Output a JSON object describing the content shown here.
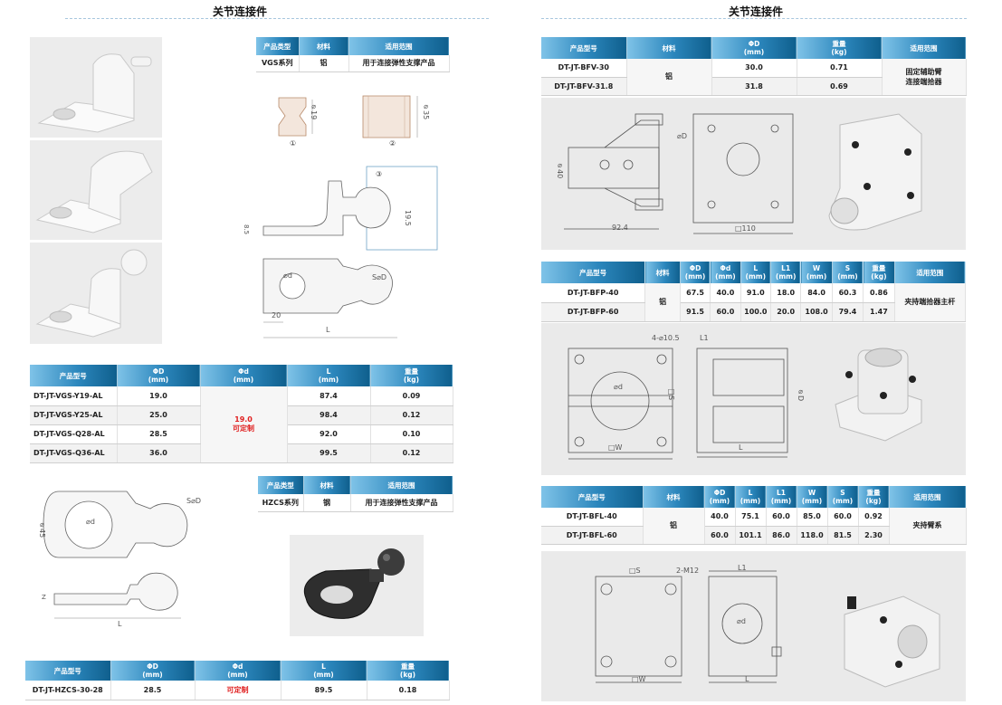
{
  "left": {
    "title": "关节连接件",
    "vgs_table": {
      "headers": [
        "产品类型",
        "材料",
        "适用范围"
      ],
      "row": [
        "VGS系列",
        "铝",
        "用于连接弹性支撑产品"
      ]
    },
    "drawing_labels": {
      "phi19": "⌀19",
      "phi35": "⌀35",
      "n1": "①",
      "n2": "②",
      "n3": "③",
      "h85": "8.5",
      "v195": "19.5",
      "phid": "⌀d",
      "sphid": "S⌀D",
      "d20": "20",
      "L": "L"
    },
    "vgs_spec": {
      "headers": [
        "产品型号",
        "ΦD\n(mm)",
        "Φd\n(mm)",
        "L\n(mm)",
        "重量\n(kg)"
      ],
      "rows": [
        [
          "DT-JT-VGS-Y19-AL",
          "19.0",
          "87.4",
          "0.09"
        ],
        [
          "DT-JT-VGS-Y25-AL",
          "25.0",
          "98.4",
          "0.12"
        ],
        [
          "DT-JT-VGS-Q28-AL",
          "28.5",
          "92.0",
          "0.10"
        ],
        [
          "DT-JT-VGS-Q36-AL",
          "36.0",
          "99.5",
          "0.12"
        ]
      ],
      "merged_d": "19.0\n可定制"
    },
    "hzcs_table": {
      "headers": [
        "产品类型",
        "材料",
        "适用范围"
      ],
      "row": [
        "HZCS系列",
        "钢",
        "用于连接弹性支撑产品"
      ]
    },
    "hzcs_labels": {
      "phi45": "⌀45",
      "sphid": "S⌀D",
      "phid": "⌀d",
      "z": "Z",
      "L": "L"
    },
    "hzcs_spec": {
      "headers": [
        "产品型号",
        "ΦD\n(mm)",
        "Φd\n(mm)",
        "L\n(mm)",
        "重量\n(kg)"
      ],
      "row": [
        "DT-JT-HZCS-30-28",
        "28.5",
        "可定制",
        "89.5",
        "0.18"
      ]
    }
  },
  "right": {
    "title": "关节连接件",
    "bfv": {
      "headers": [
        "产品型号",
        "材料",
        "ΦD\n(mm)",
        "重量\n(kg)",
        "适用范围"
      ],
      "rows": [
        [
          "DT-JT-BFV-30",
          "30.0",
          "0.71"
        ],
        [
          "DT-JT-BFV-31.8",
          "31.8",
          "0.69"
        ]
      ],
      "material": "铝",
      "usage": "固定辅助臂\n连接端拾器",
      "labels": {
        "phid": "⌀D",
        "phi40": "⌀40",
        "d924": "92.4",
        "d110": "□110"
      }
    },
    "bfp": {
      "headers": [
        "产品型号",
        "材料",
        "ΦD\n(mm)",
        "Φd\n(mm)",
        "L\n(mm)",
        "L1\n(mm)",
        "W\n(mm)",
        "S\n(mm)",
        "重量\n(kg)",
        "适用范围"
      ],
      "rows": [
        [
          "DT-JT-BFP-40",
          "67.5",
          "40.0",
          "91.0",
          "18.0",
          "84.0",
          "60.3",
          "0.86"
        ],
        [
          "DT-JT-BFP-60",
          "91.5",
          "60.0",
          "100.0",
          "20.0",
          "108.0",
          "79.4",
          "1.47"
        ]
      ],
      "material": "铝",
      "usage": "夹持端拾器主杆",
      "labels": {
        "holes": "4-⌀10.5",
        "L1": "L1",
        "phid": "⌀d",
        "S": "□S",
        "phiD": "⌀D",
        "W": "□W",
        "L": "L"
      }
    },
    "bfl": {
      "headers": [
        "产品型号",
        "材料",
        "ΦD\n(mm)",
        "L\n(mm)",
        "L1\n(mm)",
        "W\n(mm)",
        "S\n(mm)",
        "重量\n(kg)",
        "适用范围"
      ],
      "rows": [
        [
          "DT-JT-BFL-40",
          "40.0",
          "75.1",
          "60.0",
          "85.0",
          "60.0",
          "0.92"
        ],
        [
          "DT-JT-BFL-60",
          "60.0",
          "101.1",
          "86.0",
          "118.0",
          "81.5",
          "2.30"
        ]
      ],
      "material": "铝",
      "usage": "夹持臂系",
      "labels": {
        "S": "□S",
        "m12": "2-M12",
        "L1": "L1",
        "phid": "⌀d",
        "W": "□W",
        "L": "L"
      }
    }
  },
  "colors": {
    "header_dark": "#0f5f8d",
    "header_light": "#7fc3e8",
    "red": "#e02020",
    "dash": "#a8c6de"
  }
}
